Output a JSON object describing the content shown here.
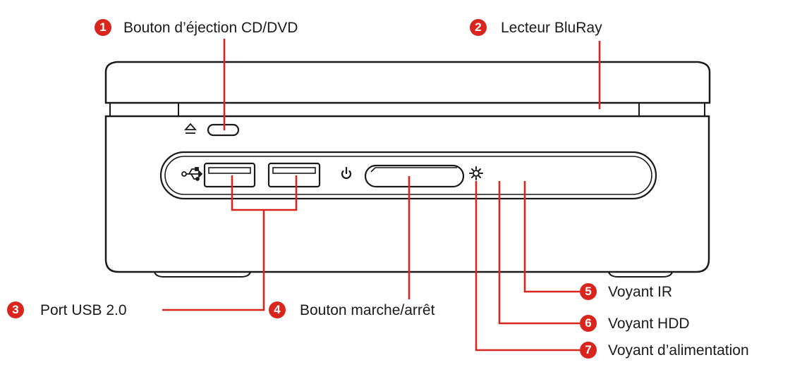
{
  "callouts": [
    {
      "number": "1",
      "label": "Bouton d’éjection CD/DVD"
    },
    {
      "number": "2",
      "label": "Lecteur BluRay"
    },
    {
      "number": "3",
      "label": "Port USB 2.0"
    },
    {
      "number": "4",
      "label": "Bouton marche/arrêt"
    },
    {
      "number": "5",
      "label": "Voyant IR"
    },
    {
      "number": "6",
      "label": "Voyant HDD"
    },
    {
      "number": "7",
      "label": "Voyant d’alimentation"
    }
  ],
  "colors": {
    "callout_accent": "#d8251d",
    "outline": "#1a1a1a",
    "label_text": "#1a1a1a"
  },
  "icons": [
    "eject-icon",
    "usb-icon",
    "power-icon",
    "hdd-activity-icon"
  ]
}
